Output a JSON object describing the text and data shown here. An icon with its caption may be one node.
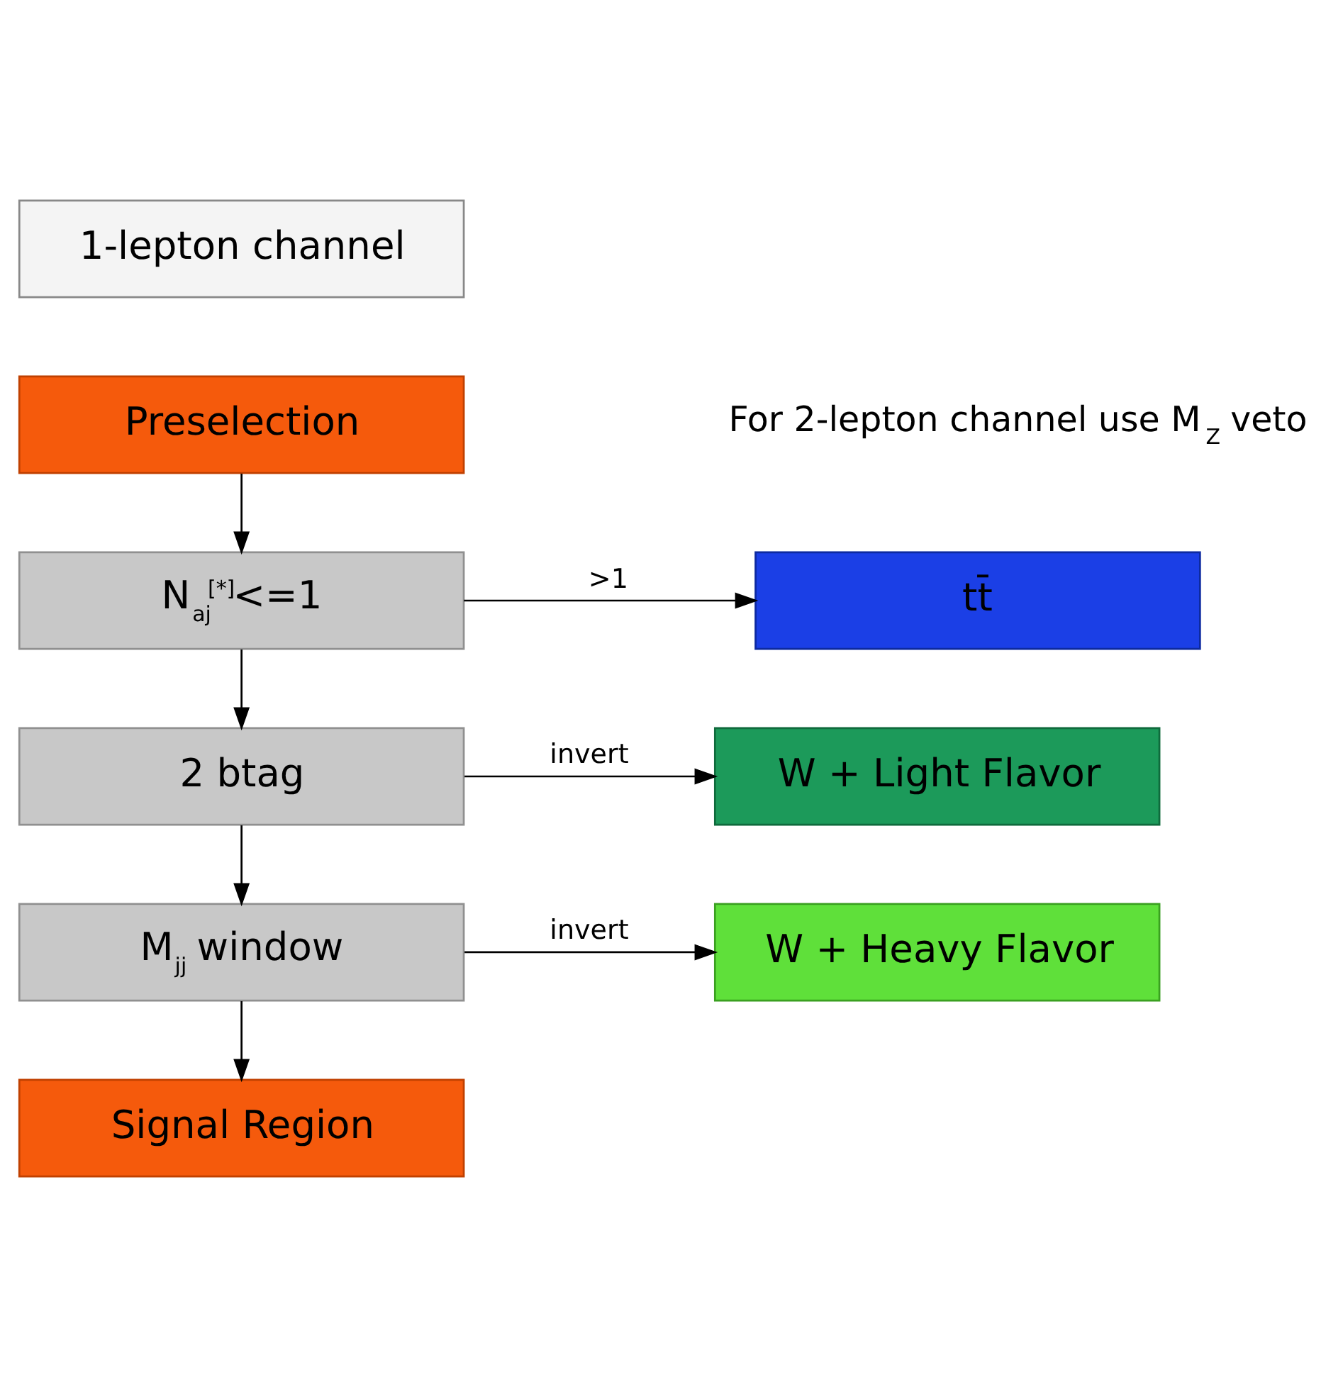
{
  "diagram": {
    "nodes": [
      {
        "text": [
          "1-lepton channel"
        ]
      },
      {
        "text": [
          "Preselection"
        ]
      },
      {
        "text": [
          "N$_{aj}$$^{[*]}$<=1"
        ]
      },
      {
        "text": [
          "tt̄"
        ]
      },
      {
        "text": [
          "2 btag"
        ]
      },
      {
        "text": [
          "W + Light Flavor"
        ]
      },
      {
        "text": [
          "M$_{jj}$ window"
        ]
      },
      {
        "text": [
          "W + Heavy Flavor"
        ]
      },
      {
        "text": [
          "Signal Region"
        ]
      }
    ],
    "edges": [
      {
        "from": 1,
        "to": 2,
        "arrow": "to"
      },
      {
        "from": 2,
        "to": 3,
        "arrow": "to",
        "label": ">1"
      },
      {
        "from": 2,
        "to": 4,
        "arrow": "to"
      },
      {
        "from": 4,
        "to": 5,
        "arrow": "to",
        "label": "invert"
      },
      {
        "from": 4,
        "to": 6,
        "arrow": "to"
      },
      {
        "from": 6,
        "to": 7,
        "arrow": "to",
        "label": "invert"
      },
      {
        "from": 6,
        "to": 8,
        "arrow": "to"
      }
    ],
    "labels": [
      "For 2-lepton channel use M$_{Z}$ veto"
    ]
  }
}
